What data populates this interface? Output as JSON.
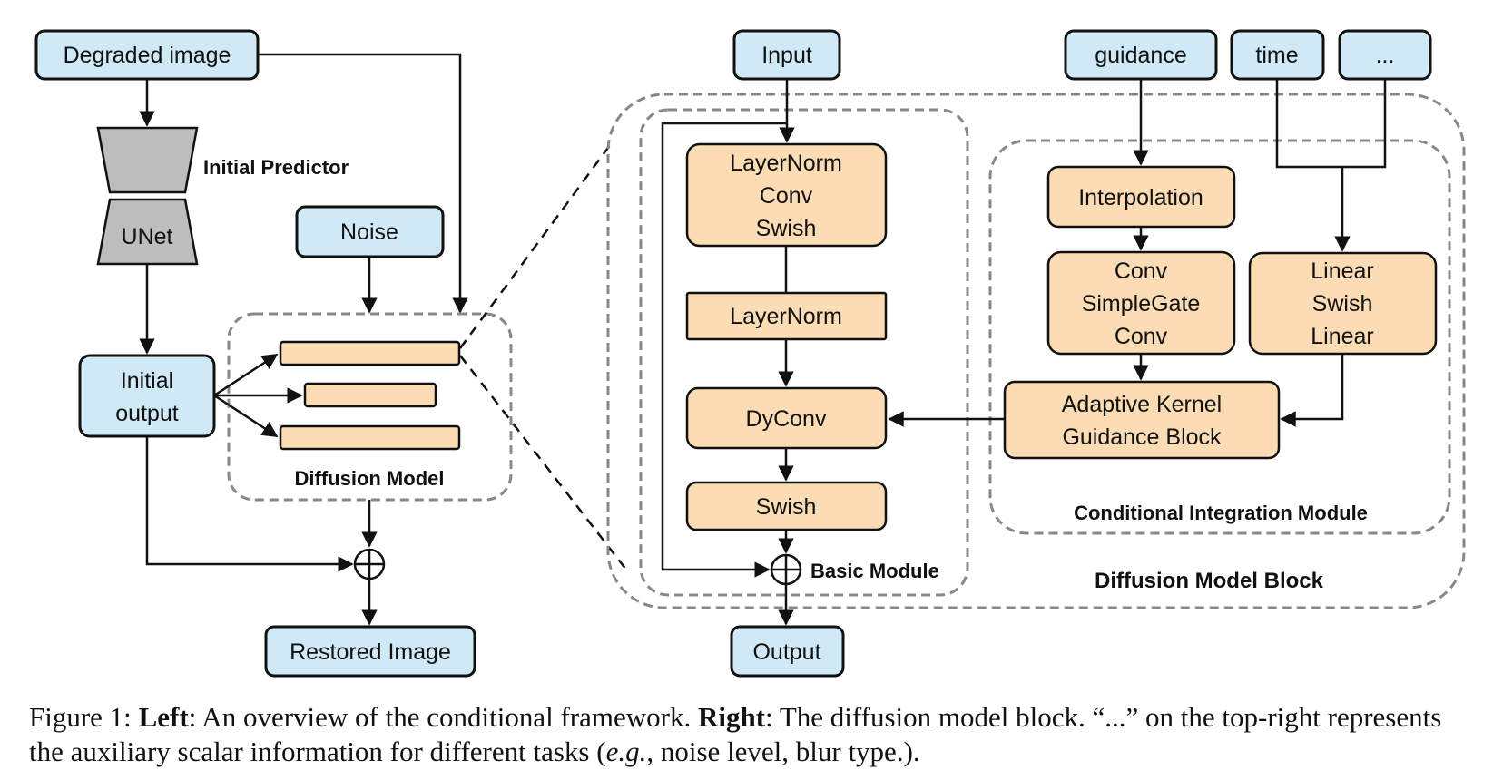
{
  "colors": {
    "input_box_fill": "#cfe9f7",
    "op_box_fill": "#fbdcb4",
    "encoder_fill": "#bdbdbd",
    "dashed_border": "#888888",
    "line": "#111111"
  },
  "left": {
    "degraded_image": "Degraded image",
    "initial_predictor_label": "Initial Predictor",
    "unet": "UNet",
    "noise": "Noise",
    "initial_output_line1": "Initial",
    "initial_output_line2": "output",
    "diffusion_model_label": "Diffusion Model",
    "restored_image": "Restored Image"
  },
  "right": {
    "input": "Input",
    "guidance": "guidance",
    "time": "time",
    "ellipsis": "...",
    "layernorm_conv_swish": [
      "LayerNorm",
      "Conv",
      "Swish"
    ],
    "layernorm": "LayerNorm",
    "dyconv": "DyConv",
    "swish": "Swish",
    "basic_module_label": "Basic Module",
    "output": "Output",
    "interpolation": "Interpolation",
    "conv_simplegate_conv": [
      "Conv",
      "SimpleGate",
      "Conv"
    ],
    "linear_swish_linear": [
      "Linear",
      "Swish",
      "Linear"
    ],
    "adaptive_kernel_line1": "Adaptive Kernel",
    "adaptive_kernel_line2": "Guidance Block",
    "conditional_integration_label": "Conditional Integration Module",
    "diffusion_model_block_label": "Diffusion Model Block"
  },
  "caption": {
    "figure_label": "Figure 1:",
    "left_bold": "Left",
    "left_text": ": An overview of the conditional framework.",
    "right_bold": "Right",
    "right_text": ": The diffusion model block. “...” on the top-right represents the auxiliary scalar information for different tasks (",
    "eg": "e.g.",
    "tail": ", noise level, blur type.)."
  }
}
